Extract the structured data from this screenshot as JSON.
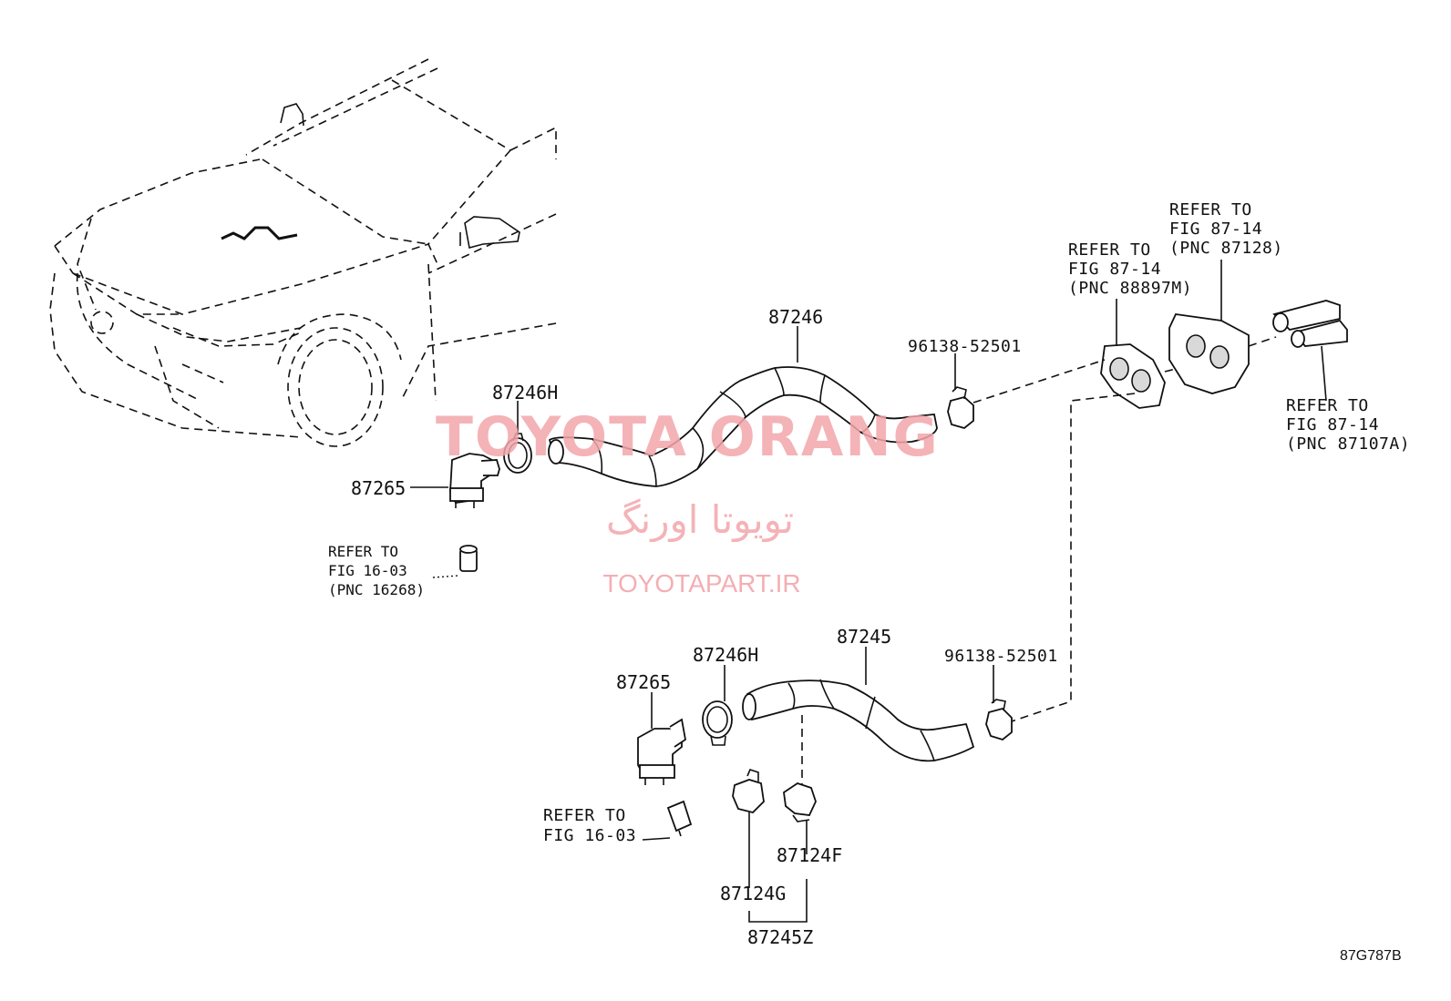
{
  "watermark": {
    "brand": "TOYOTA ORANG",
    "brand_fa": "تویوتا اورنگ",
    "url": "TOYOTAPART.IR"
  },
  "labels": {
    "upper_hose": "87246",
    "upper_clip": "96138-52501",
    "upper_clamp": "87246H",
    "upper_valve": "87265",
    "lower_hose": "87245",
    "lower_clip": "96138-52501",
    "lower_clamp": "87246H",
    "lower_valve": "87265",
    "clamp_f": "87124F",
    "clamp_g": "87124G",
    "clamp_set": "87245Z",
    "figure_code": "87G787B"
  },
  "refs": {
    "ref_87128": [
      "REFER TO",
      "FIG 87-14",
      "(PNC 87128)"
    ],
    "ref_88897m": [
      "REFER TO",
      "FIG 87-14",
      "(PNC 88897M)"
    ],
    "ref_87107a": [
      "REFER TO",
      "FIG 87-14",
      "(PNC 87107A)"
    ],
    "ref_16268": [
      "REFER TO",
      "FIG 16-03",
      "(PNC 16268)"
    ],
    "ref_1603": [
      "REFER TO",
      "FIG 16-03"
    ]
  }
}
